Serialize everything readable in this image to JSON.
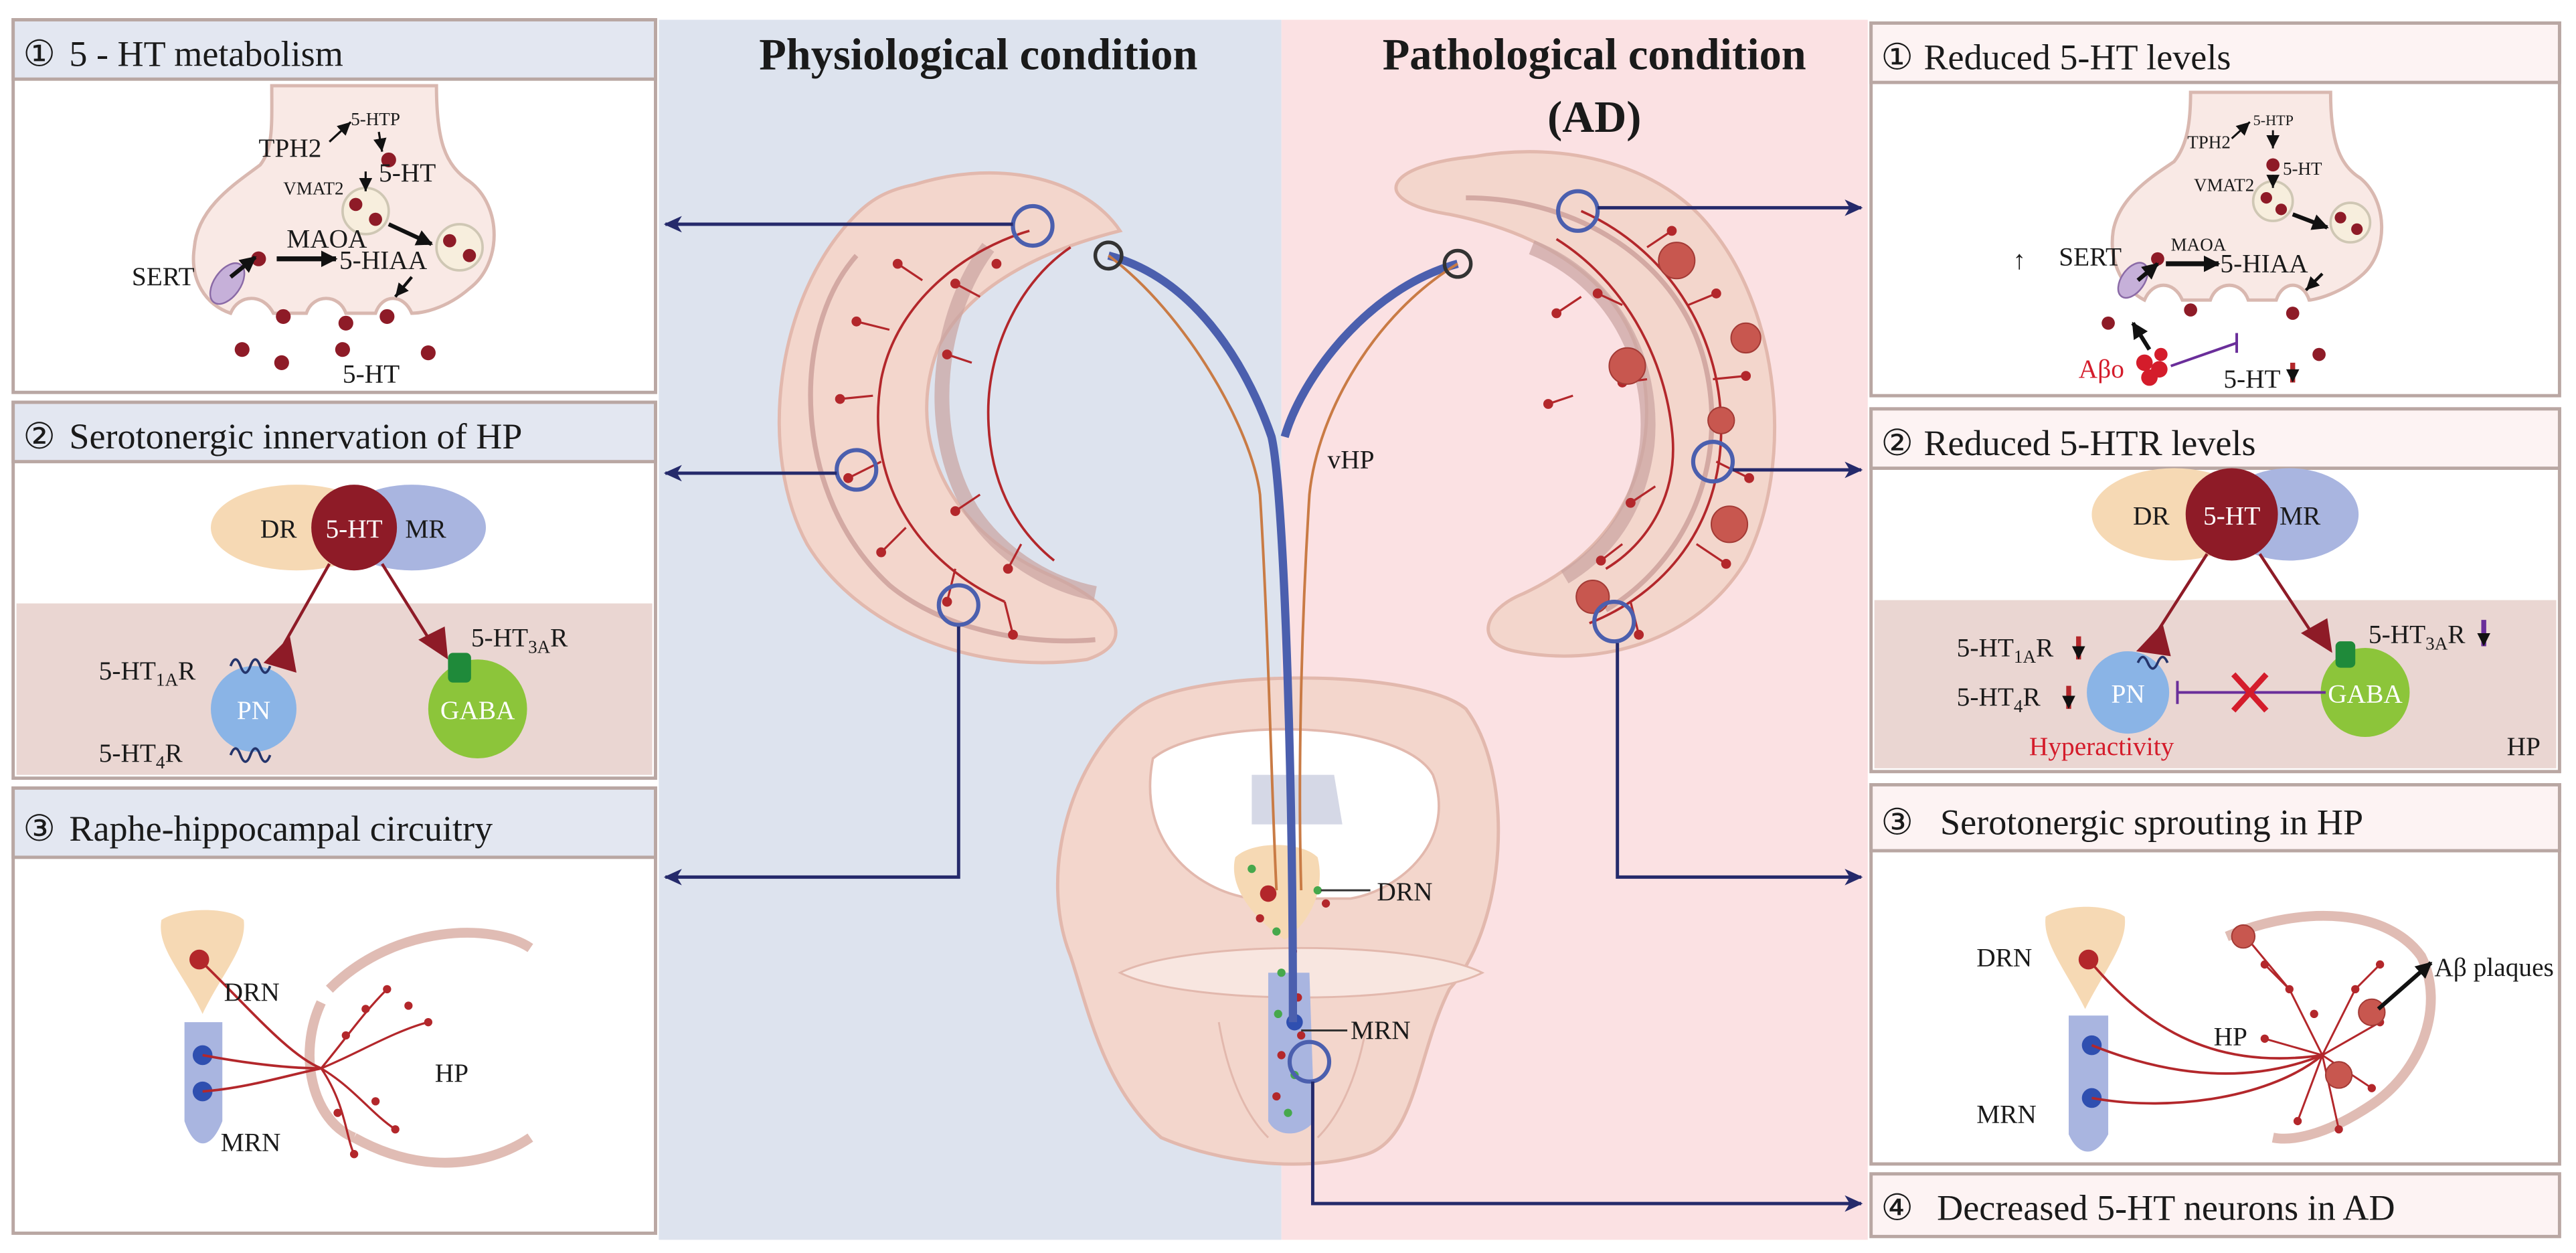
{
  "titles": {
    "physiological": "Physiological condition",
    "pathological_line1": "Pathological condition",
    "pathological_line2": "(AD)"
  },
  "colors": {
    "physio_bg": "#dde3ee",
    "patho_bg": "#fbe1e3",
    "panel_title_bg": "#e3e7f1",
    "panel_title_bg_right": "#fdf3f3",
    "panel_border": "#b9a7a3",
    "arrow": "#252a6b",
    "axon_blue": "#4b5fae",
    "axon_orange": "#c97b45",
    "fiber_red": "#b3272b",
    "hippocampus_fill": "#f3d6cc",
    "dr_fill": "#f6d9b4",
    "mr_fill": "#a9b5e0",
    "ht_fill": "#8e1b27",
    "pn_fill": "#8ab4e6",
    "gaba_fill": "#8cc53a",
    "hp_band": "#ead6d2",
    "abeta_red": "#d41c2b"
  },
  "left": {
    "p1": {
      "number": "①",
      "title": "5 - HT metabolism",
      "labels": {
        "tph2": "TPH2",
        "htp": "5-HTP",
        "vmat2": "VMAT2",
        "ht_top": "5-HT",
        "sert": "SERT",
        "maoa": "MAOA",
        "hiaa": "5-HIAA",
        "ht_bottom": "5-HT"
      }
    },
    "p2": {
      "number": "②",
      "title": "Serotonergic innervation of HP",
      "labels": {
        "dr": "DR",
        "ht": "5-HT",
        "mr": "MR",
        "ht1a": "5-HT",
        "ht1a_sub": "1A",
        "ht1a_r": "R",
        "ht3a": "5-HT",
        "ht3a_sub": "3A",
        "ht3a_r": "R",
        "ht4": "5-HT",
        "ht4_sub": "4",
        "ht4_r": "R",
        "pn": "PN",
        "gaba": "GABA"
      }
    },
    "p3": {
      "number": "③",
      "title": "Raphe-hippocampal circuitry",
      "labels": {
        "drn": "DRN",
        "mrn": "MRN",
        "hp": "HP"
      }
    }
  },
  "center": {
    "vhp": "vHP",
    "drn": "DRN",
    "mrn": "MRN"
  },
  "right": {
    "p1": {
      "number": "①",
      "title": "Reduced 5-HT  levels",
      "labels": {
        "tph2": "TPH2",
        "htp": "5-HTP",
        "vmat2": "VMAT2",
        "ht_top": "5-HT",
        "up_arrow": "↑",
        "sert": "SERT",
        "maoa": "MAOA",
        "hiaa": "5-HIAA",
        "abeta_o": "Aβo",
        "ht_bottom": "5-HT"
      }
    },
    "p2": {
      "number": "②",
      "title": "Reduced 5-HTR levels",
      "labels": {
        "dr": "DR",
        "ht": "5-HT",
        "mr": "MR",
        "ht1a": "5-HT",
        "ht1a_sub": "1A",
        "ht1a_r": "R",
        "ht4": "5-HT",
        "ht4_sub": "4",
        "ht4_r": "R",
        "ht3a": "5-HT",
        "ht3a_sub": "3A",
        "ht3a_r": "R",
        "pn": "PN",
        "gaba": "GABA",
        "hyperactivity": "Hyperactivity",
        "hp": "HP"
      }
    },
    "p3": {
      "number": "③",
      "title": "Serotonergic sprouting in HP",
      "labels": {
        "drn": "DRN",
        "hp": "HP",
        "mrn": "MRN",
        "plaques": "Aβ plaques"
      }
    },
    "p4": {
      "number": "④",
      "title": "Decreased 5-HT neurons in AD"
    }
  }
}
